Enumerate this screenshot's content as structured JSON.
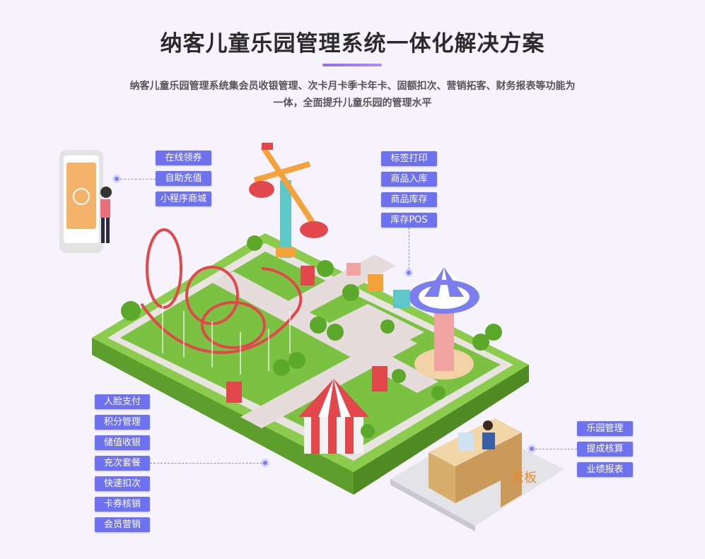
{
  "header": {
    "title": "纳客儿童乐园管理系统一体化解决方案",
    "description_line1": "纳客儿童乐园管理系统集会员收银管理、次卡月卡季卡年卡、固额扣次、营销拓客、财务报表等功能为",
    "description_line2": "一体，全面提升儿童乐园的管理水平"
  },
  "groups": {
    "online": [
      "在线领券",
      "自助充值",
      "小程序商城"
    ],
    "goods": [
      "标签打印",
      "商品入库",
      "商品库存",
      "库存POS"
    ],
    "cashier": [
      "人脸支付",
      "积分管理",
      "储值收银",
      "充次套餐",
      "快速扣次",
      "卡券核销",
      "会员营销"
    ],
    "boss": [
      "乐园管理",
      "提成核算",
      "业绩报表"
    ]
  },
  "boss_label": "老板",
  "colors": {
    "tag_bg": "#6f72ee",
    "grass": "#7cc242",
    "title_accent": "#8e6df0"
  }
}
